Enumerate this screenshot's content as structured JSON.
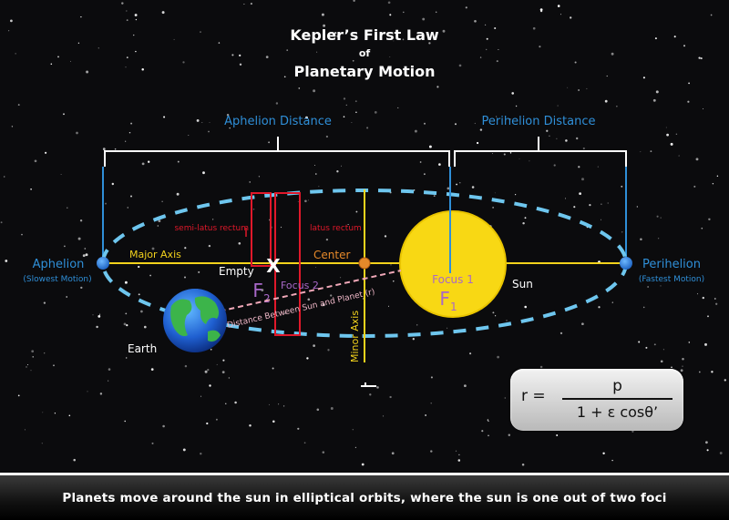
{
  "title": {
    "line1": "Kepler’s First Law",
    "line2": "of",
    "line3": "Planetary Motion"
  },
  "distances": {
    "aphelion": "Aphelion Distance",
    "perihelion": "Perihelion Distance"
  },
  "aphelion": {
    "label": "Aphelion",
    "sub": "(Slowest Motion)"
  },
  "perihelion": {
    "label": "Perihelion",
    "sub": "(Fastest Motion)"
  },
  "labels": {
    "major_axis": "Major Axis",
    "minor_axis": "Minor Axis",
    "center": "Center",
    "semi_latus_rectum": "semi-latus rectum",
    "latus_rectum": "latus rectum",
    "empty": "Empty",
    "focus2": "Focus 2",
    "f2": "F",
    "f2_sub": "2",
    "x_mark": "X",
    "focus1": "Focus 1",
    "f1": "F",
    "f1_sub": "1",
    "sun": "Sun",
    "earth": "Earth",
    "distance_sun_planet": "Distance Between Sun and Planet (r)"
  },
  "formula": {
    "lhs": "r =",
    "numerator": "p",
    "denominator": "1 + ε  cosθ’"
  },
  "caption": "Planets move around the sun in elliptical orbits, where the sun is one out of two foci",
  "colors": {
    "background": "#0b0b0d",
    "blue_label": "#2f8fd8",
    "yellow_axis": "#f2d21c",
    "orbit_dash": "#6ec6ee",
    "sun": "#f8d814",
    "latus_red": "#e0182a",
    "focus_purple": "#a868c8",
    "center_orange": "#e6892a"
  }
}
